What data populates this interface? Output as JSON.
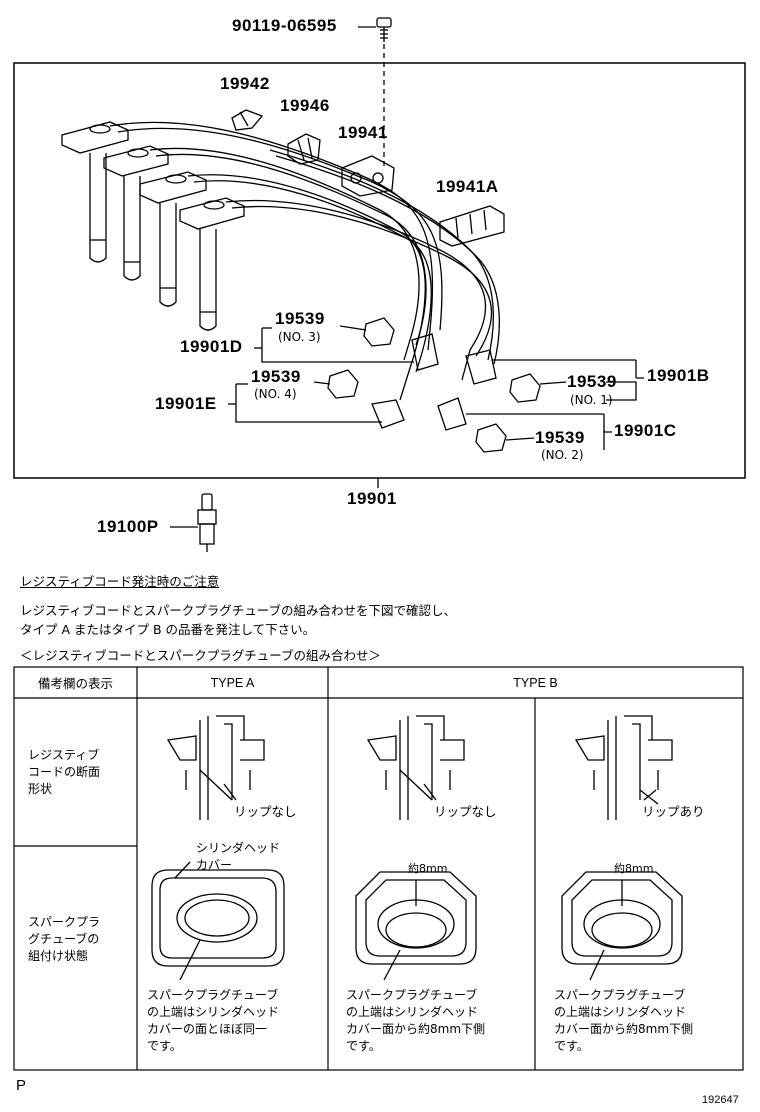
{
  "parts": {
    "bolt": "90119-06595",
    "c19942": "19942",
    "c19946": "19946",
    "c19941": "19941",
    "c19941a": "19941A",
    "boot_d": "19539",
    "boot_d_no": "(NO. 3)",
    "cord_d": "19901D",
    "boot_e": "19539",
    "boot_e_no": "(NO. 4)",
    "cord_e": "19901E",
    "boot_b": "19539",
    "boot_b_no": "(NO. 1)",
    "cord_b": "19901B",
    "boot_c": "19539",
    "boot_c_no": "(NO. 2)",
    "cord_c": "19901C",
    "assembly": "19901",
    "plug": "19100P"
  },
  "notice": {
    "heading": "レジスティブコード発注時のご注意",
    "line1": "レジスティブコードとスパークプラグチューブの組み合わせを下図で確認し、",
    "line2": "タイプ A またはタイプ B の品番を発注して下さい。",
    "combo_title": "＜レジスティブコードとスパークプラグチューブの組み合わせ＞"
  },
  "table": {
    "header_label": "備考欄の表示",
    "type_a": "TYPE A",
    "type_b": "TYPE B",
    "row1_label": "レジスティブ\nコードの断面\n形状",
    "row2_label": "スパークプラ\nグチューブの\n組付け状態",
    "lip_none": "リップなし",
    "lip_none_b": "リップなし",
    "lip_yes": "リップあり",
    "head_cover": "シリンダヘッド\nカバー",
    "approx_8mm_1": "約8mm",
    "approx_8mm_2": "約8mm",
    "desc_a": "スパークプラグチューブ\nの上端はシリンダヘッド\nカバーの面とほぼ同一\nです。",
    "desc_b1": "スパークプラグチューブ\nの上端はシリンダヘッド\nカバー面から約8mm下側\nです。",
    "desc_b2": "スパークプラグチューブ\nの上端はシリンダヘッド\nカバー面から約8mm下側\nです。"
  },
  "footer": {
    "letter": "P",
    "code": "192647"
  }
}
